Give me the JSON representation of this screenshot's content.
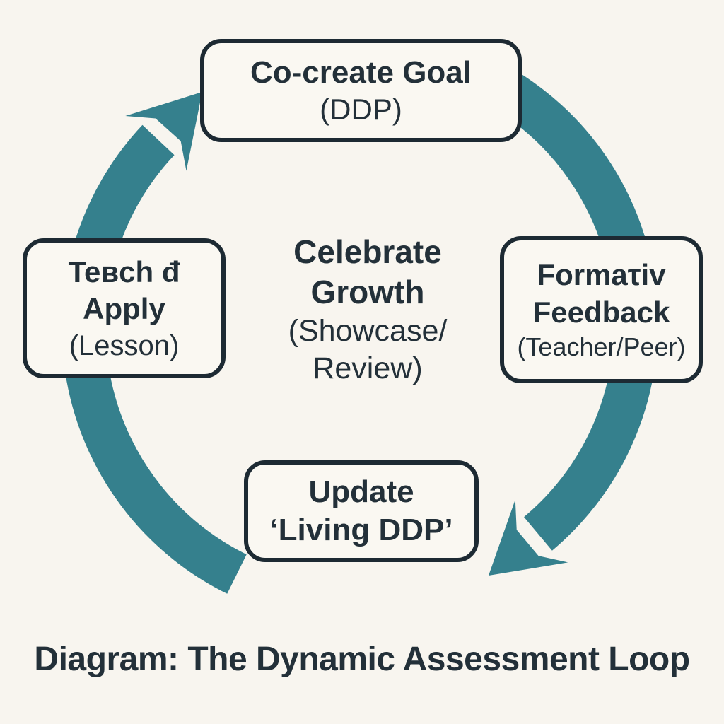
{
  "diagram": {
    "caption": "Diagram: The Dynamic Assessment Loop",
    "flow_direction": "clockwise",
    "center": {
      "lines": [
        "Celebrate",
        "Growth",
        "(Showcase/",
        "Review)"
      ]
    },
    "nodes": {
      "top": {
        "lines": [
          "Co-create Goal",
          "(DDP)"
        ]
      },
      "right": {
        "lines": [
          "Formaτiv",
          "Feedback",
          "(Teacher/Peer)"
        ]
      },
      "bottom": {
        "lines": [
          "Update",
          "‘Living DDP’"
        ]
      },
      "left": {
        "lines": [
          "Teвch đ",
          "Apply",
          "(Lesson)"
        ]
      }
    },
    "icons": {
      "top_left_arrowhead": "arrow-up-right-icon",
      "bottom_right_arrowhead": "arrow-down-left-icon"
    },
    "colors": {
      "arrow_teal": "#35808d",
      "box_border": "#1d2a33",
      "text_dark": "#233039",
      "background": "#f8f5ef",
      "box_fill": "#faf8f2"
    }
  }
}
